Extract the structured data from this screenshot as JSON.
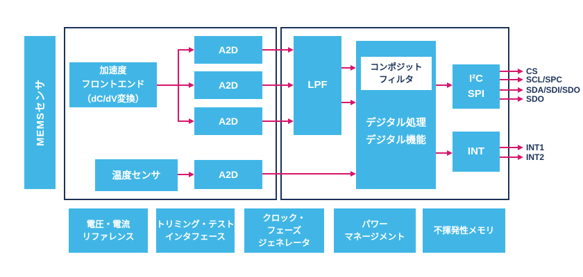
{
  "colors": {
    "block_blue": "#41b6e6",
    "arrow_magenta": "#d6156d",
    "border_navy": "#1b3158",
    "pin_label_navy": "#1b3158",
    "composite_box_bg": "#ffffff"
  },
  "mems_bar": {
    "label": "MEMSセンサ"
  },
  "analog_section": {
    "frontend_label": "加速度\nフロントエンド\n（dC/dV変換）",
    "a2d_labels": [
      "A2D",
      "A2D",
      "A2D",
      "A2D"
    ],
    "temp_sensor_label": "温度センサ"
  },
  "digital_section": {
    "lpf_label": "LPF",
    "composite_filter_label": "コンポジット\nフィルタ",
    "digital_label": "デジタル処理\nデジタル機能",
    "i2c_spi_label": "I²C\nSPI",
    "int_label": "INT"
  },
  "pins": {
    "spi_pins": [
      "CS",
      "SCL/SPC",
      "SDA/SDI/SDO",
      "SDO"
    ],
    "int_pins": [
      "INT1",
      "INT2"
    ]
  },
  "bottom_row": {
    "blocks": [
      "電圧・電流\nリファレンス",
      "トリミング・テスト\nインタフェース",
      "クロック・\nフェーズ\nジェネレータ",
      "パワー\nマネージメント",
      "不揮発性メモリ"
    ]
  }
}
